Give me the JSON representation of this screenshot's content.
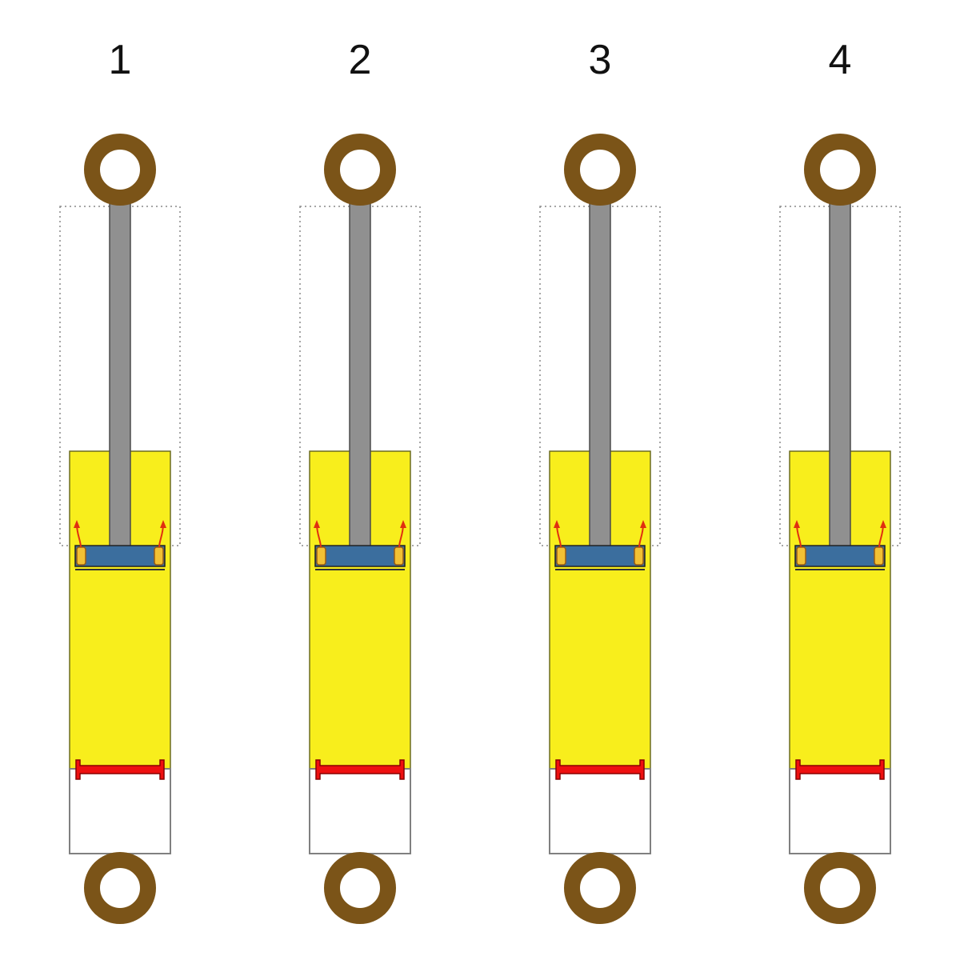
{
  "diagram": {
    "shocks": [
      {
        "label": "1"
      },
      {
        "label": "2"
      },
      {
        "label": "3"
      },
      {
        "label": "4"
      }
    ],
    "colors": {
      "eye": "#7b5418",
      "eye_hole": "#ffffff",
      "rod": "#909090",
      "rod_edge": "#4a4a4a",
      "oil": "#f8ee1c",
      "oil_edge": "#6b6b20",
      "piston": "#3b6e9e",
      "valve": "#f2c033",
      "valve_edge": "#9a5a10",
      "flow_arrow": "#e03010",
      "floating_piston": "#ee1010",
      "floating_piston_edge": "#8a0000",
      "gas_chamber": "#ffffff",
      "body_edge": "#808080",
      "travel_outline": "#888888"
    }
  }
}
